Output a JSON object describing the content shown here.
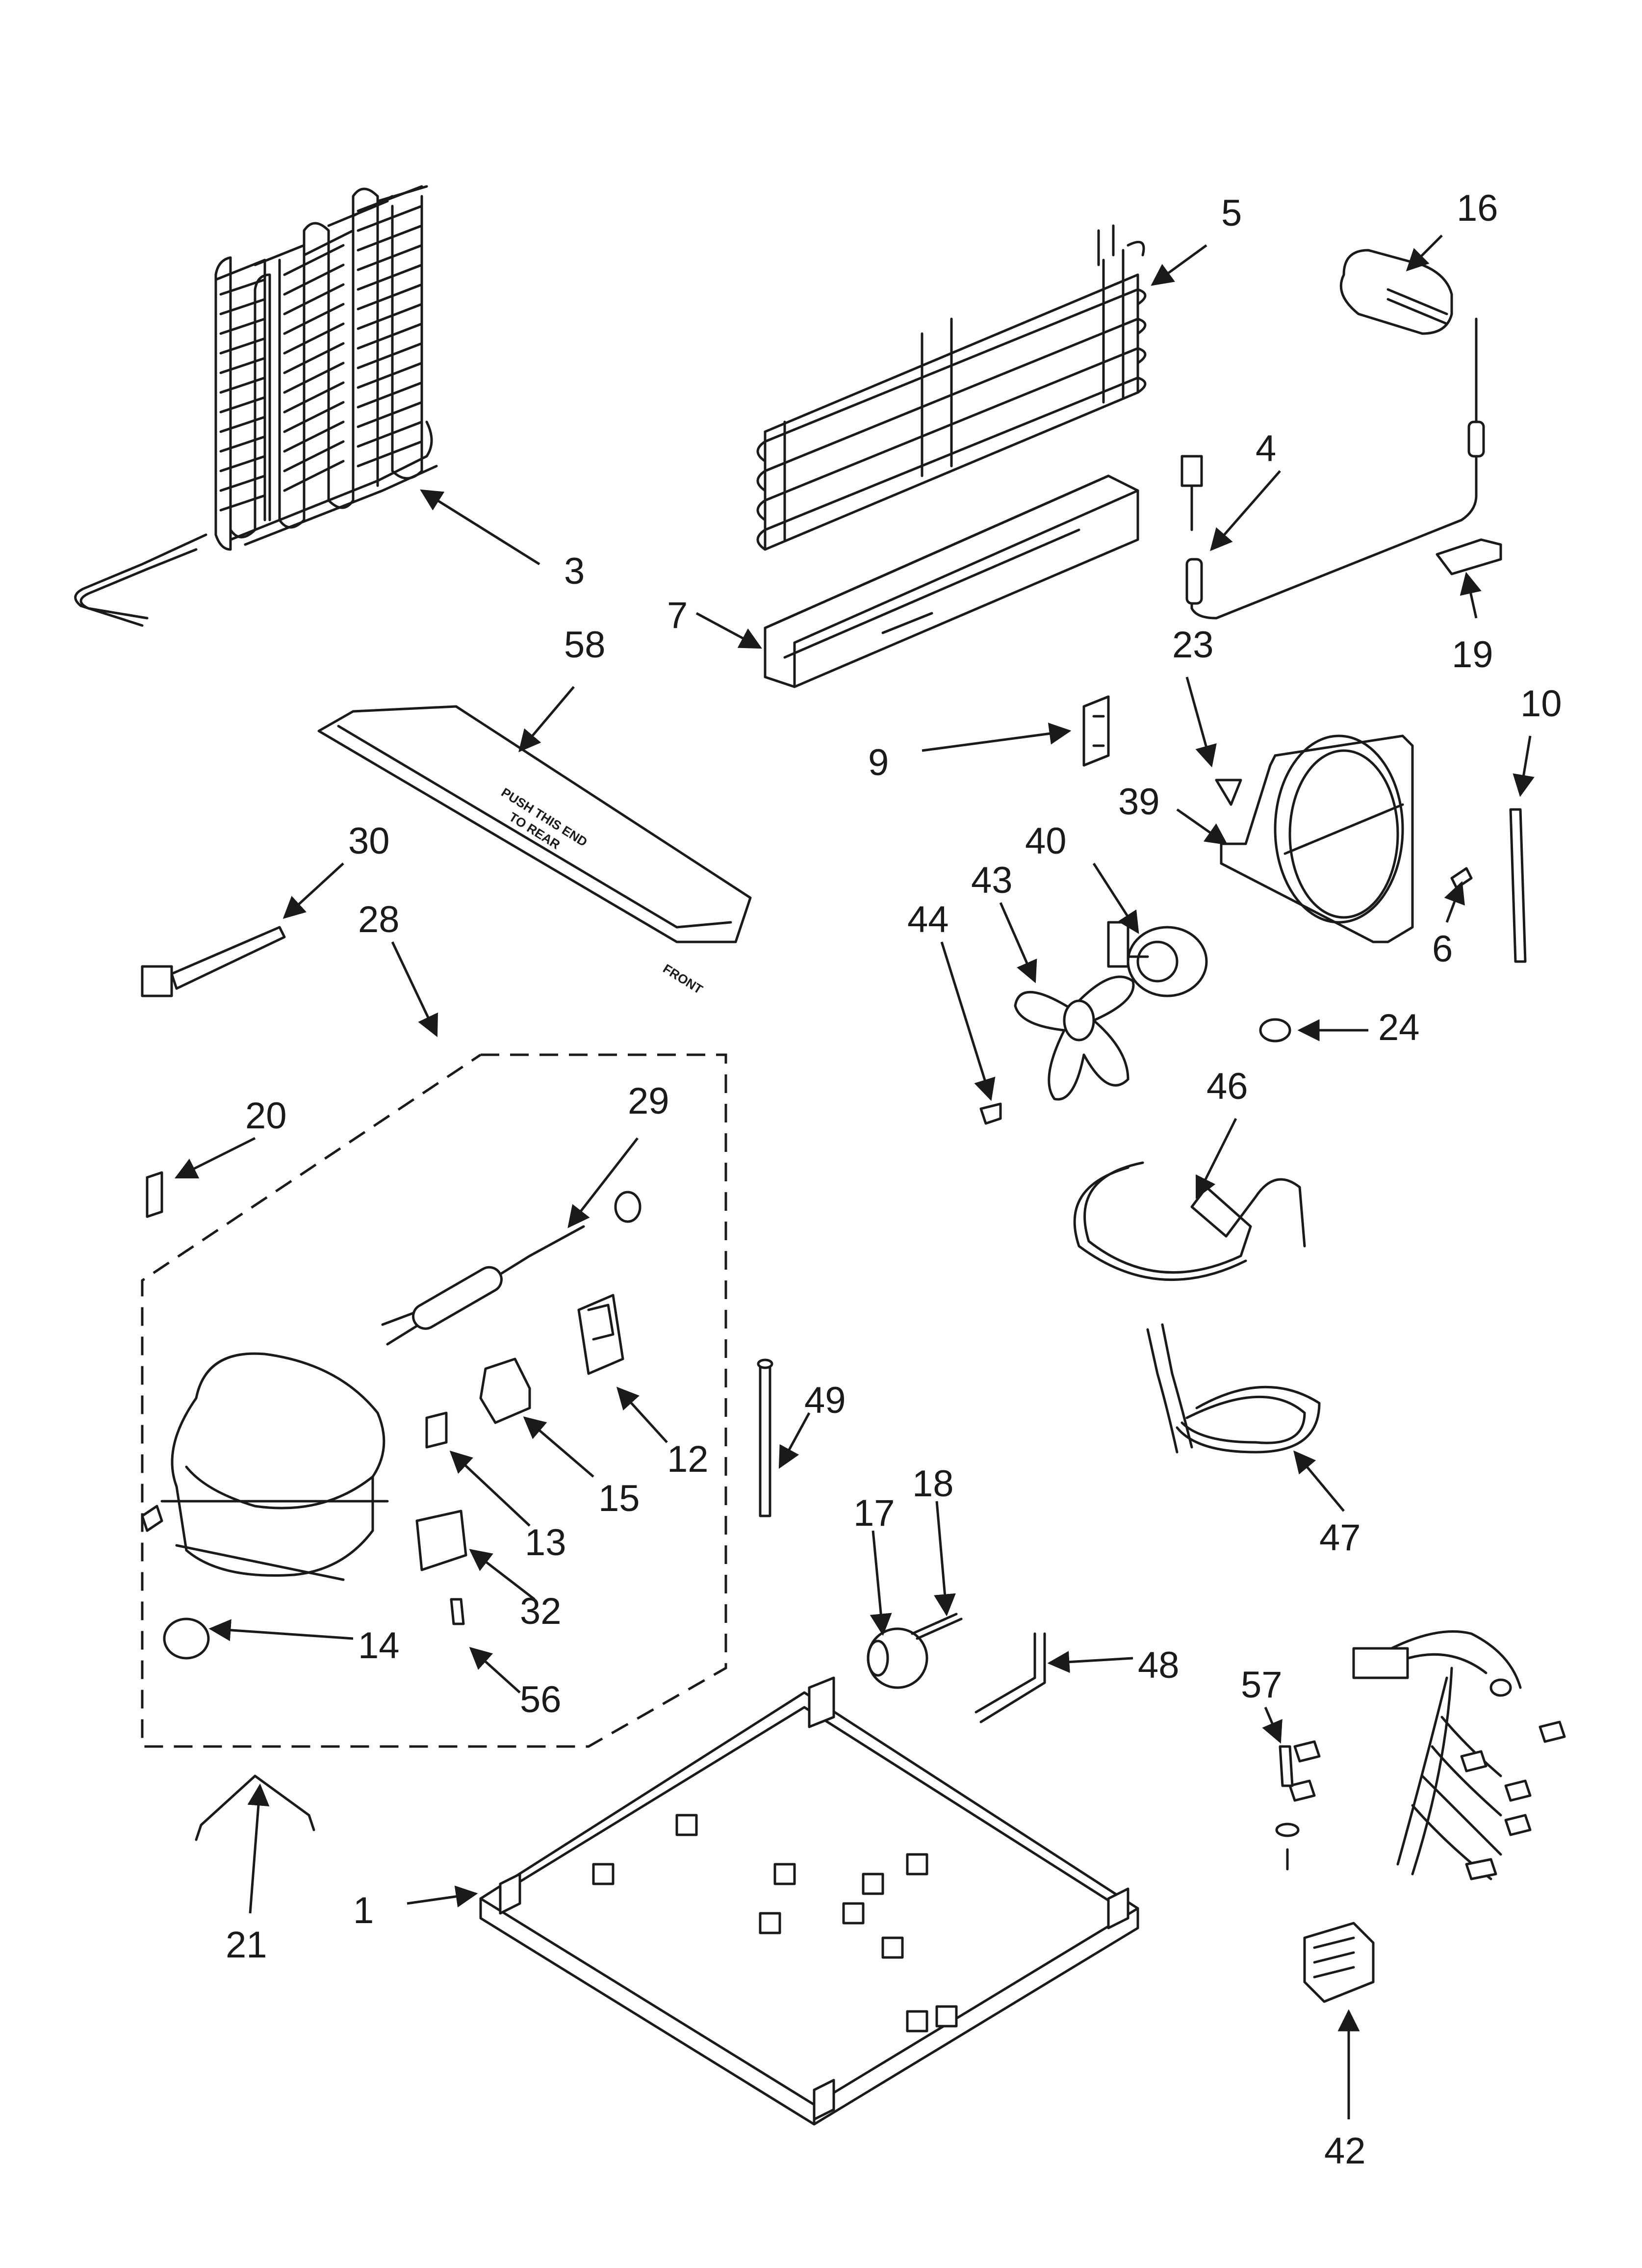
{
  "callouts": {
    "c1": "1",
    "c3": "3",
    "c4": "4",
    "c5": "5",
    "c6": "6",
    "c7": "7",
    "c9": "9",
    "c10": "10",
    "c12": "12",
    "c13": "13",
    "c14": "14",
    "c15": "15",
    "c16": "16",
    "c17": "17",
    "c18": "18",
    "c19": "19",
    "c20": "20",
    "c21": "21",
    "c23": "23",
    "c24": "24",
    "c28": "28",
    "c29": "29",
    "c30": "30",
    "c32": "32",
    "c39": "39",
    "c40": "40",
    "c42": "42",
    "c43": "43",
    "c44": "44",
    "c46": "46",
    "c47": "47",
    "c48": "48",
    "c49": "49",
    "c56": "56",
    "c57": "57",
    "c58": "58"
  },
  "drain_pan_text": {
    "push_line1": "PUSH THIS END",
    "push_line2": "TO REAR",
    "front": "FRONT"
  }
}
